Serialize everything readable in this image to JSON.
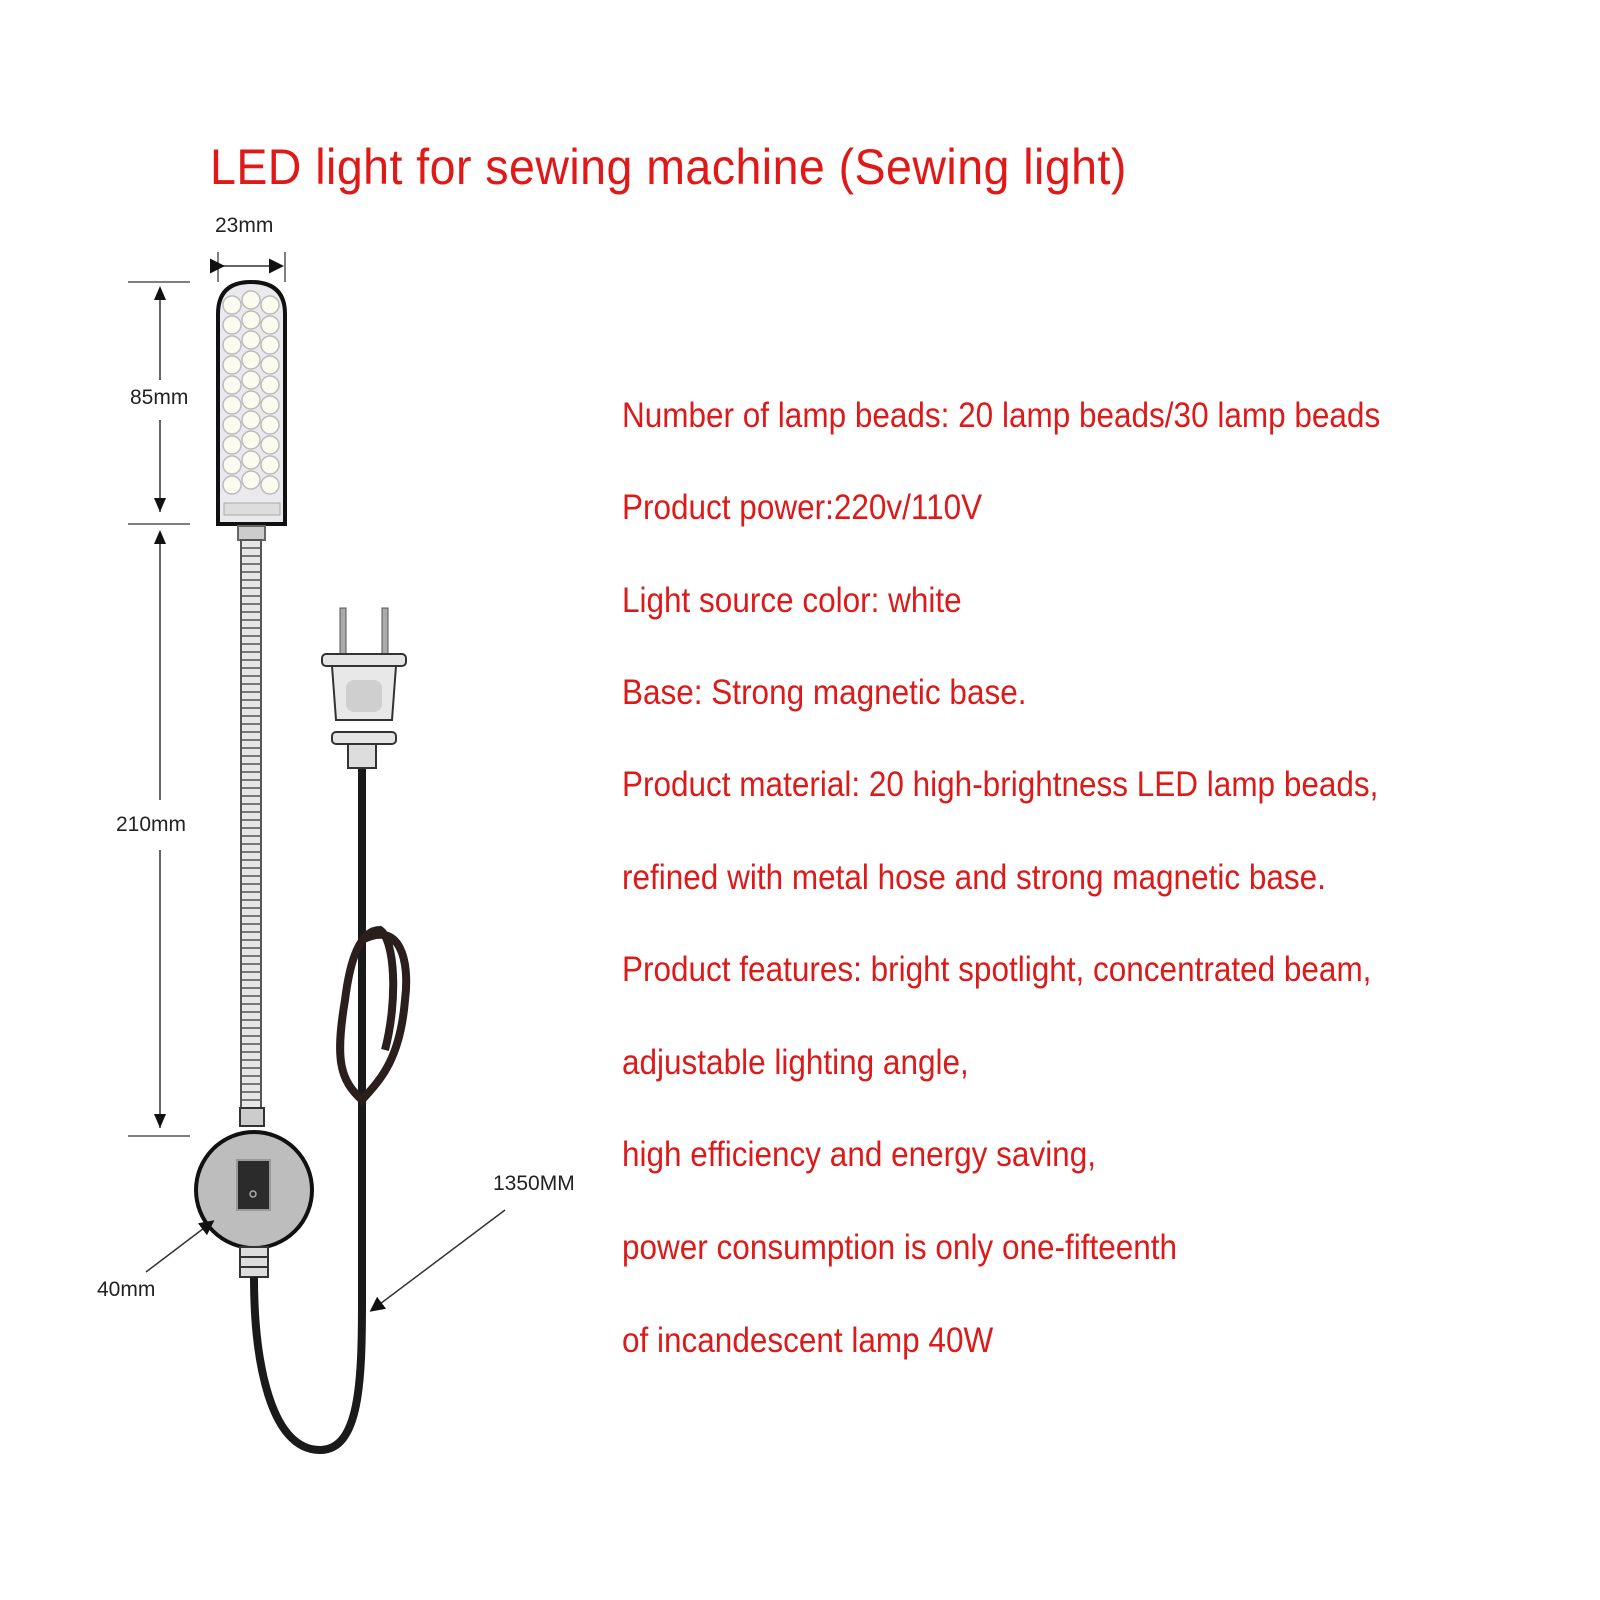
{
  "title": "LED light for sewing machine (Sewing light)",
  "dimensions": {
    "width": "23mm",
    "head_height": "85mm",
    "hose_length": "210mm",
    "base_diameter": "40mm",
    "cable_length": "1350MM"
  },
  "specs": [
    "Number of lamp beads: 20 lamp beads/30 lamp beads",
    "Product power:220v/110V",
    "Light source color: white",
    "Base: Strong magnetic base.",
    "Product material: 20 high-brightness LED lamp beads,",
    "refined with metal hose and strong magnetic base.",
    "Product features: bright spotlight, concentrated beam,",
    "adjustable lighting angle,",
    "high efficiency and energy saving,",
    "power consumption is only one-fifteenth",
    "of incandescent lamp 40W"
  ],
  "colors": {
    "text_accent": "#e01818",
    "drawing_outline": "#111111",
    "cable": "#2a1f1c",
    "base_fill": "#bdbdbd"
  }
}
